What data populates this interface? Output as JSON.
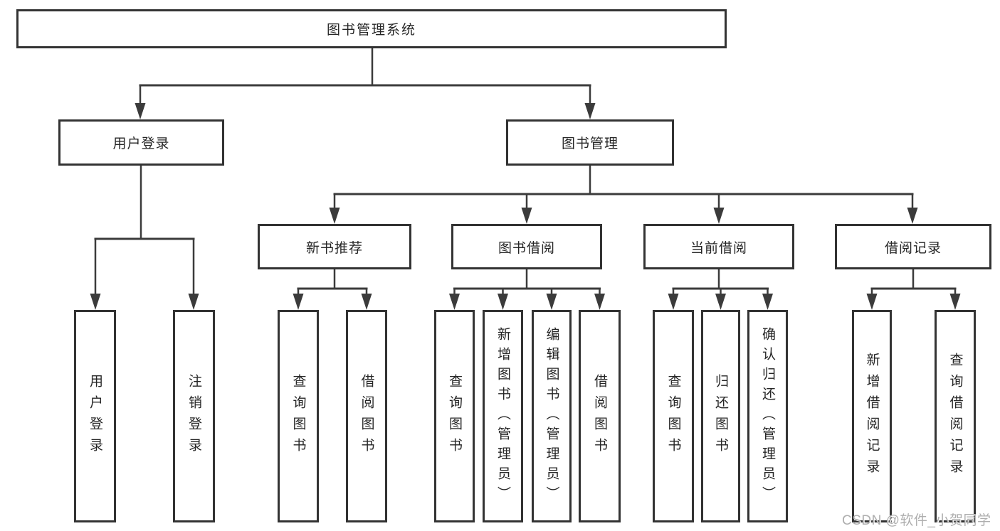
{
  "nodes": {
    "root": "图书管理系统"
  },
  "branches": [
    {
      "label": "用户登录",
      "children": [
        "用户登录",
        "注销登录"
      ]
    },
    {
      "label": "图书管理",
      "groups": [
        {
          "label": "新书推荐",
          "children": [
            "查询图书",
            "借阅图书"
          ]
        },
        {
          "label": "图书借阅",
          "children": [
            "查询图书",
            "新增图书（管理员）",
            "编辑图书（管理员）",
            "借阅图书"
          ]
        },
        {
          "label": "当前借阅",
          "children": [
            "查询图书",
            "归还图书",
            "确认归还（管理员）"
          ]
        },
        {
          "label": "借阅记录",
          "children": [
            "新增借阅记录",
            "查询借阅记录"
          ]
        }
      ]
    }
  ],
  "watermark": {
    "text": "CSDN @软件_小贺同学"
  },
  "colors": {
    "line": "#3b3b3b",
    "box_border": "#333333",
    "box_text": "#262626",
    "watermark_text": "#aeaeae",
    "background": "#ffffff"
  }
}
